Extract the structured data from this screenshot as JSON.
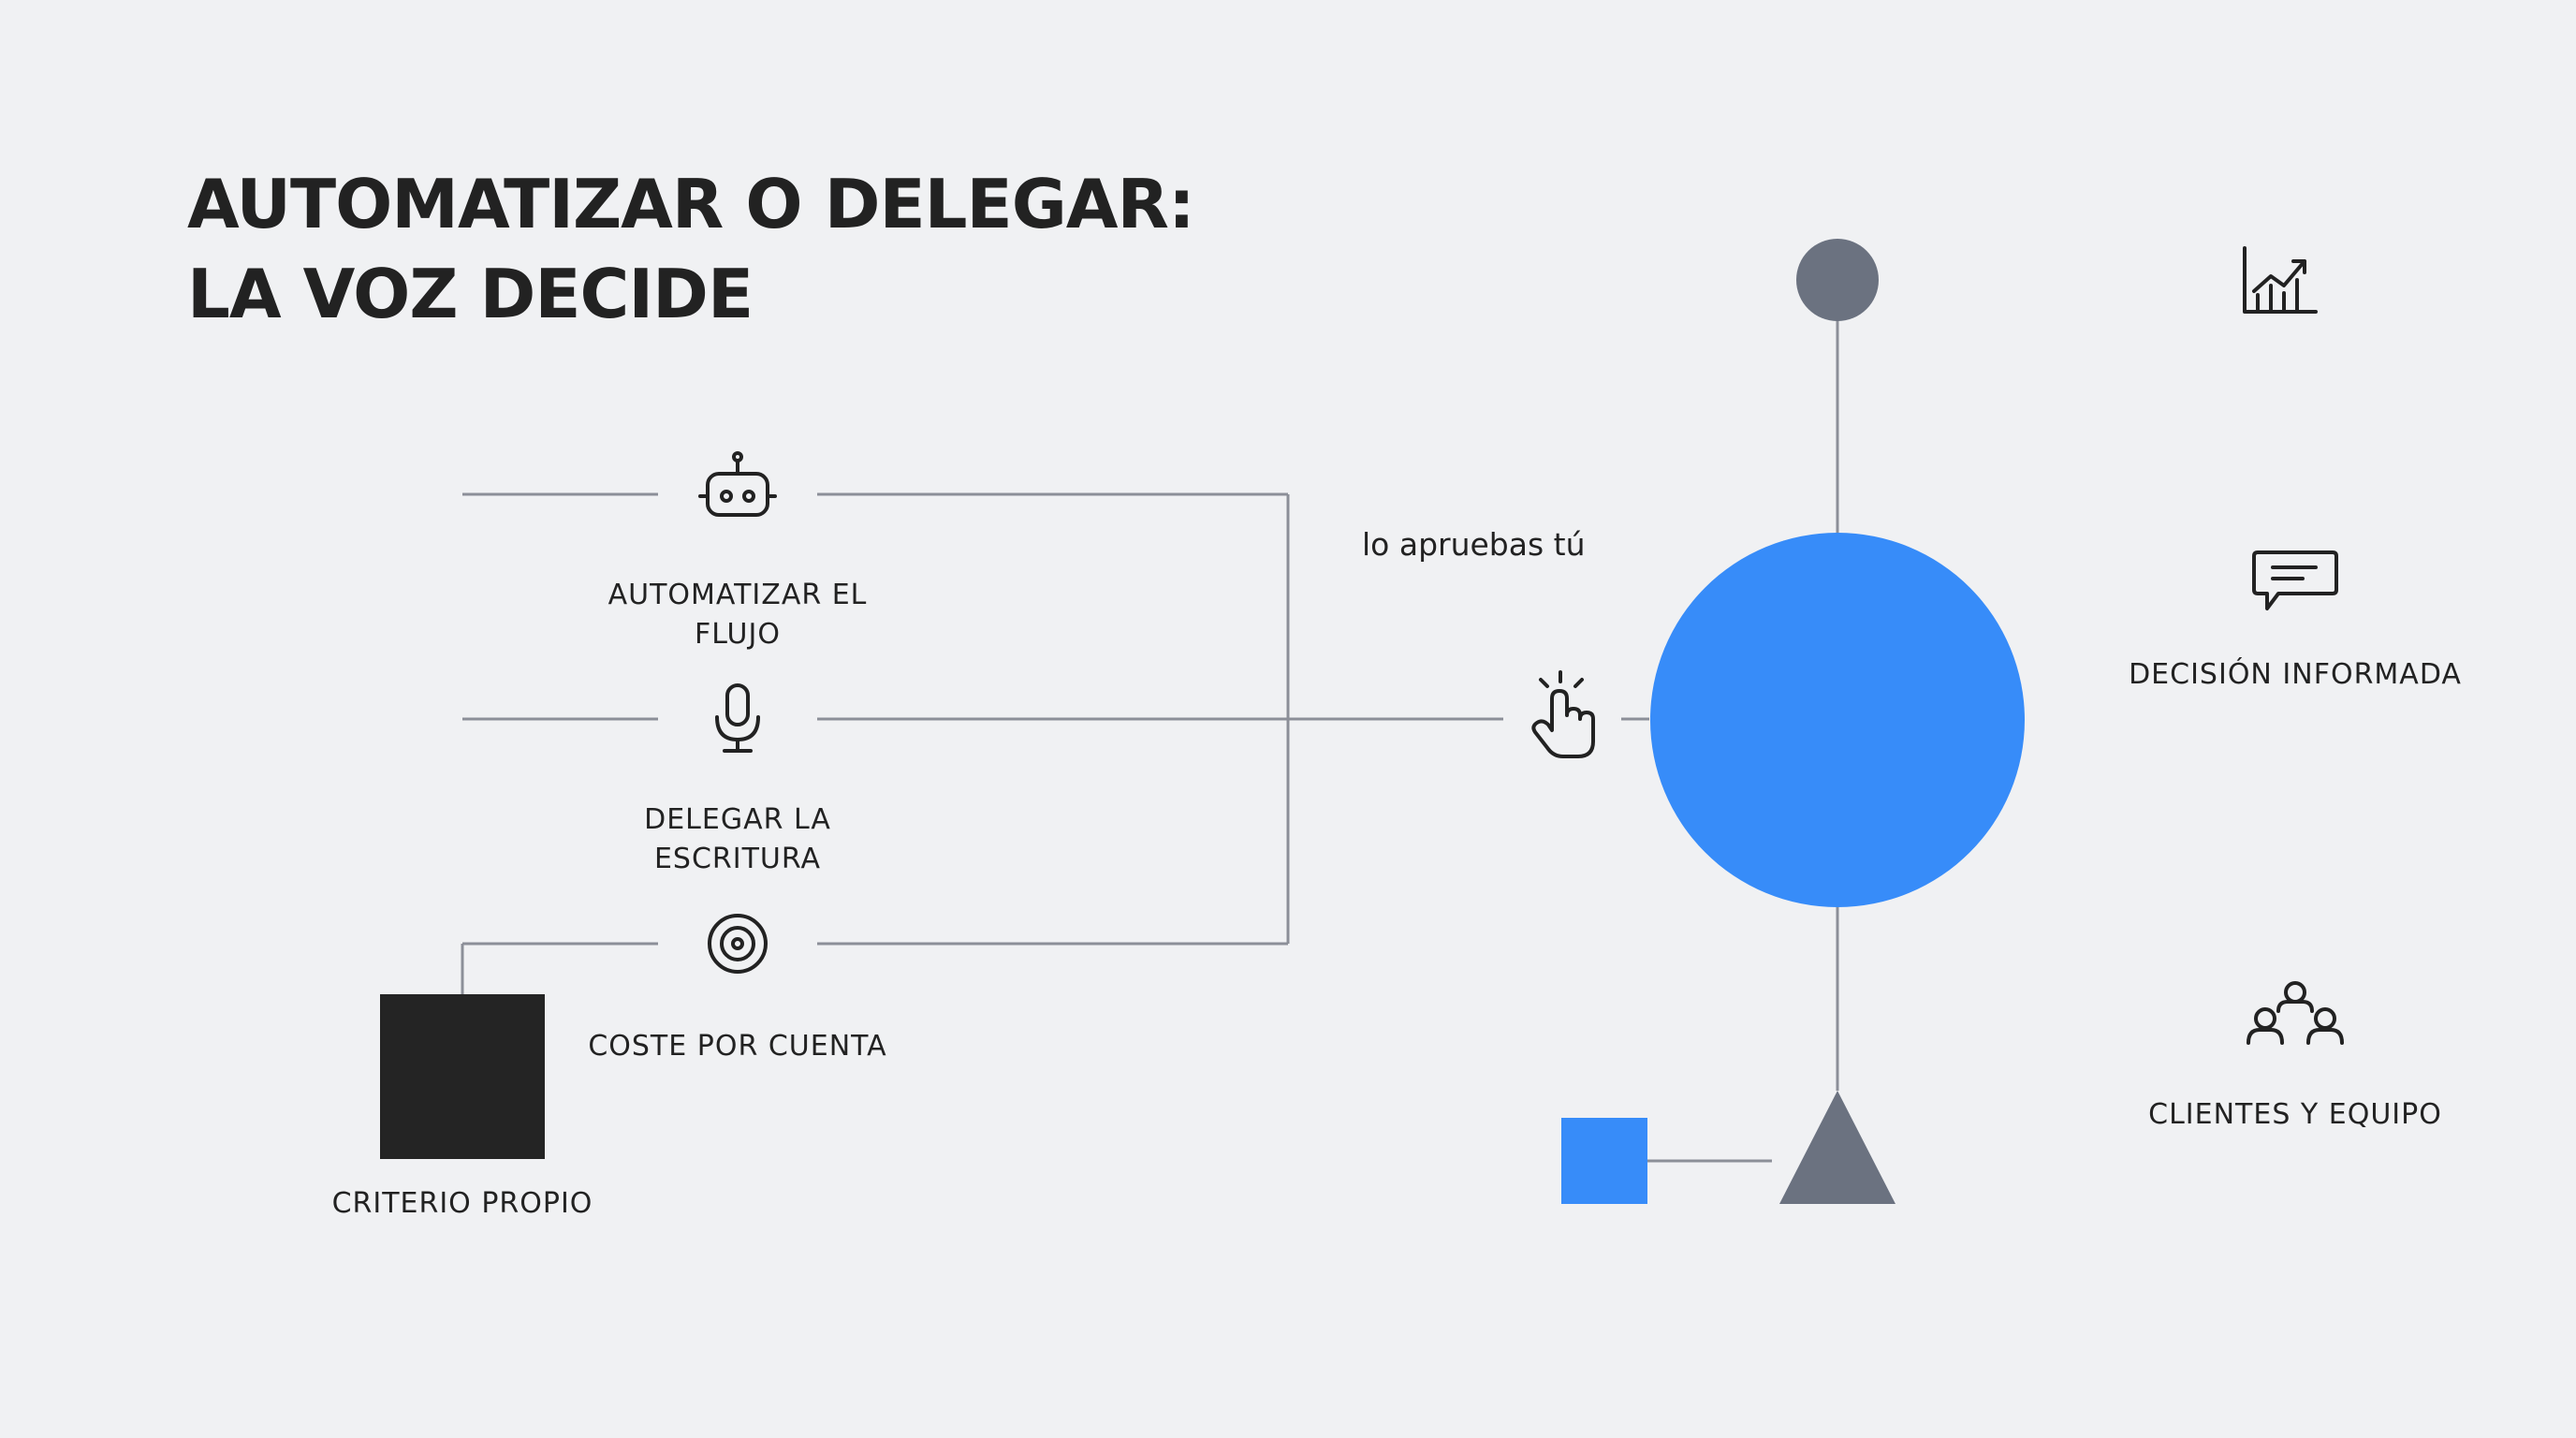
{
  "title": {
    "line1": "AUTOMATIZAR O DELEGAR:",
    "line2": "LA VOZ DECIDE"
  },
  "options": [
    {
      "label_line1": "AUTOMATIZAR EL",
      "label_line2": "FLUJO",
      "icon": "robot-icon"
    },
    {
      "label_line1": "DELEGAR LA",
      "label_line2": "ESCRITURA",
      "icon": "microphone-icon"
    },
    {
      "label_line1": "COSTE POR CUENTA",
      "label_line2": "",
      "icon": "target-icon"
    }
  ],
  "criterion": {
    "label": "CRITERIO PROPIO"
  },
  "approval": {
    "label": "lo apruebas tú",
    "icon": "tap-hand-icon"
  },
  "outcomes": [
    {
      "label": "DECISIÓN INFORMADA",
      "icon": "chat-bubble-icon"
    },
    {
      "label": "CLIENTES Y EQUIPO",
      "icon": "team-icon"
    }
  ],
  "decorations": {
    "top_icon": "growth-chart-icon"
  },
  "colors": {
    "background": "#f0f1f3",
    "accent_blue": "#378cf9",
    "slate": "#6b7280",
    "dark": "#242424",
    "line": "#8c8f98"
  }
}
